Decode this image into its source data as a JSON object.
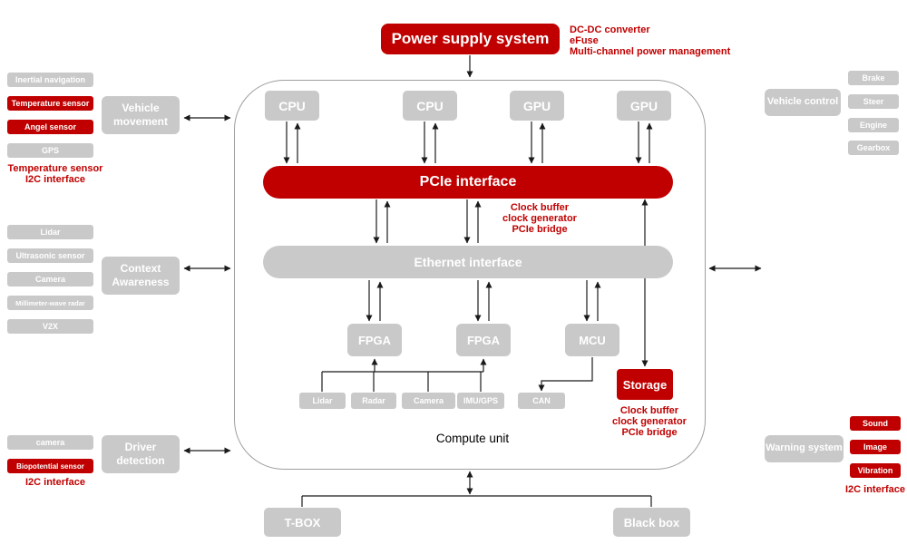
{
  "colors": {
    "accent_red": "#c00000",
    "box_gray": "#c9c9c9",
    "frame_gray": "#9e9e9e",
    "line_black": "#1a1a1a"
  },
  "power_supply": {
    "label": "Power supply system",
    "notes": [
      "DC-DC converter",
      "eFuse",
      "Multi-channel power management"
    ]
  },
  "compute_unit": {
    "caption": "Compute unit",
    "chips": [
      {
        "label": "CPU"
      },
      {
        "label": "CPU"
      },
      {
        "label": "GPU"
      },
      {
        "label": "GPU"
      }
    ],
    "pcie": {
      "label": "PCIe interface",
      "notes": [
        "Clock buffer",
        "clock generator",
        "PCIe bridge"
      ]
    },
    "ethernet": {
      "label": "Ethernet interface"
    },
    "processors": [
      {
        "label": "FPGA"
      },
      {
        "label": "FPGA"
      },
      {
        "label": "MCU"
      }
    ],
    "peripherals": [
      {
        "label": "Lidar"
      },
      {
        "label": "Radar"
      },
      {
        "label": "Camera"
      },
      {
        "label": "IMU/GPS"
      },
      {
        "label": "CAN"
      }
    ],
    "storage": {
      "label": "Storage",
      "notes": [
        "Clock buffer",
        "clock generator",
        "PCIe bridge"
      ]
    }
  },
  "left_groups": [
    {
      "label": "Vehicle movement",
      "items": [
        {
          "label": "Inertial navigation"
        },
        {
          "label": "Temperature sensor"
        },
        {
          "label": "Angel sensor"
        },
        {
          "label": "GPS"
        }
      ],
      "notes": [
        "Temperature sensor",
        "I2C interface"
      ]
    },
    {
      "label": "Context Awareness",
      "items": [
        {
          "label": "Lidar"
        },
        {
          "label": "Ultrasonic sensor"
        },
        {
          "label": "Camera"
        },
        {
          "label": "Millimeter-wave radar"
        },
        {
          "label": "V2X"
        }
      ],
      "notes": []
    },
    {
      "label": "Driver detection",
      "items": [
        {
          "label": "camera"
        },
        {
          "label": "Biopotential sensor"
        }
      ],
      "notes": [
        "I2C interface"
      ]
    }
  ],
  "right_groups": [
    {
      "label": "Vehicle control",
      "items": [
        {
          "label": "Brake"
        },
        {
          "label": "Steer"
        },
        {
          "label": "Engine"
        },
        {
          "label": "Gearbox"
        }
      ],
      "notes": []
    },
    {
      "label": "Warning system",
      "items": [
        {
          "label": "Sound"
        },
        {
          "label": "Image"
        },
        {
          "label": "Vibration"
        }
      ],
      "notes": [
        "I2C interface"
      ]
    }
  ],
  "bottom": {
    "tbox": "T-BOX",
    "blackbox": "Black box"
  }
}
